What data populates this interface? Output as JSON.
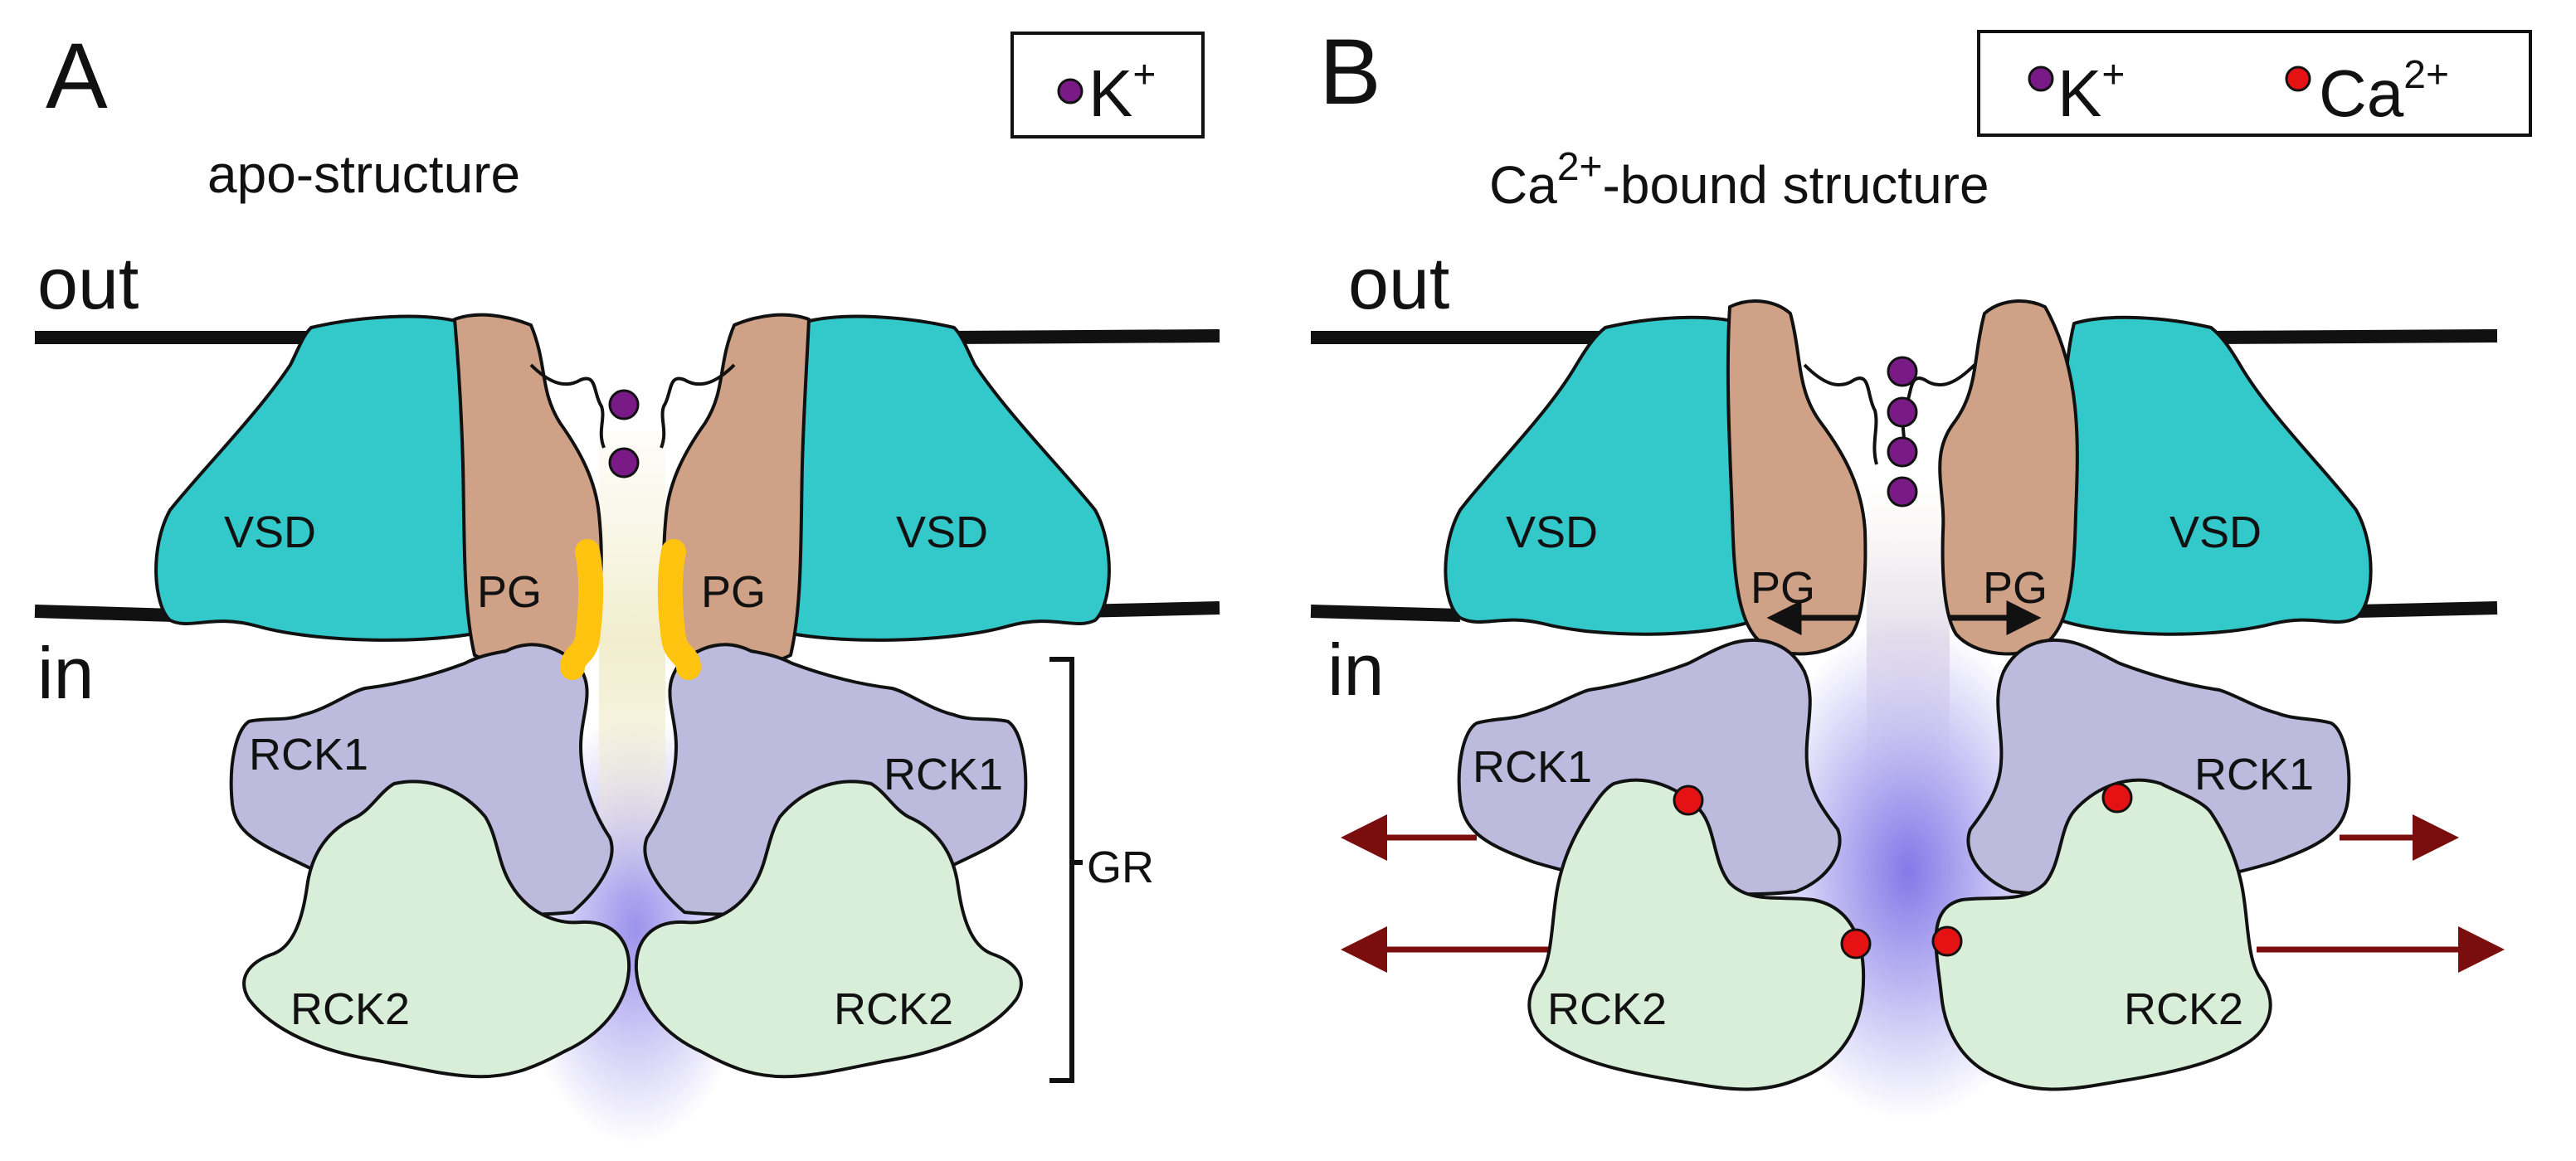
{
  "colors": {
    "vsd": "#33C8CA",
    "pg": "#CFA186",
    "rck1": "#BCBADD",
    "rck2": "#D8EED8",
    "gate": "#FFC40F",
    "potassium": "#7A1A86",
    "calcium": "#E41212",
    "expansion_arrow": "#7A0E0E",
    "pore_glow": "#8A7FE8"
  },
  "icons": {
    "potassium": "purple-dot-icon",
    "calcium": "red-dot-icon"
  },
  "panels": [
    {
      "letter": "A",
      "title": "apo-structure",
      "title_sup": "",
      "out_label": "out",
      "in_label": "in",
      "legend": [
        {
          "ion": "K",
          "charge": "+"
        }
      ],
      "domains": {
        "vsd": "VSD",
        "pg": "PG",
        "rck1": "RCK1",
        "rck2": "RCK2"
      },
      "bracket_label": "GR",
      "k_ions_in_filter": 2
    },
    {
      "letter": "B",
      "title": "Ca",
      "title_sup": "2+",
      "title_rest": "-bound structure",
      "out_label": "out",
      "in_label": "in",
      "legend": [
        {
          "ion": "K",
          "charge": "+"
        },
        {
          "ion": "Ca",
          "charge": "2+"
        }
      ],
      "domains": {
        "vsd": "VSD",
        "pg": "PG",
        "rck1": "RCK1",
        "rck2": "RCK2"
      },
      "k_ions_in_filter": 4
    }
  ]
}
